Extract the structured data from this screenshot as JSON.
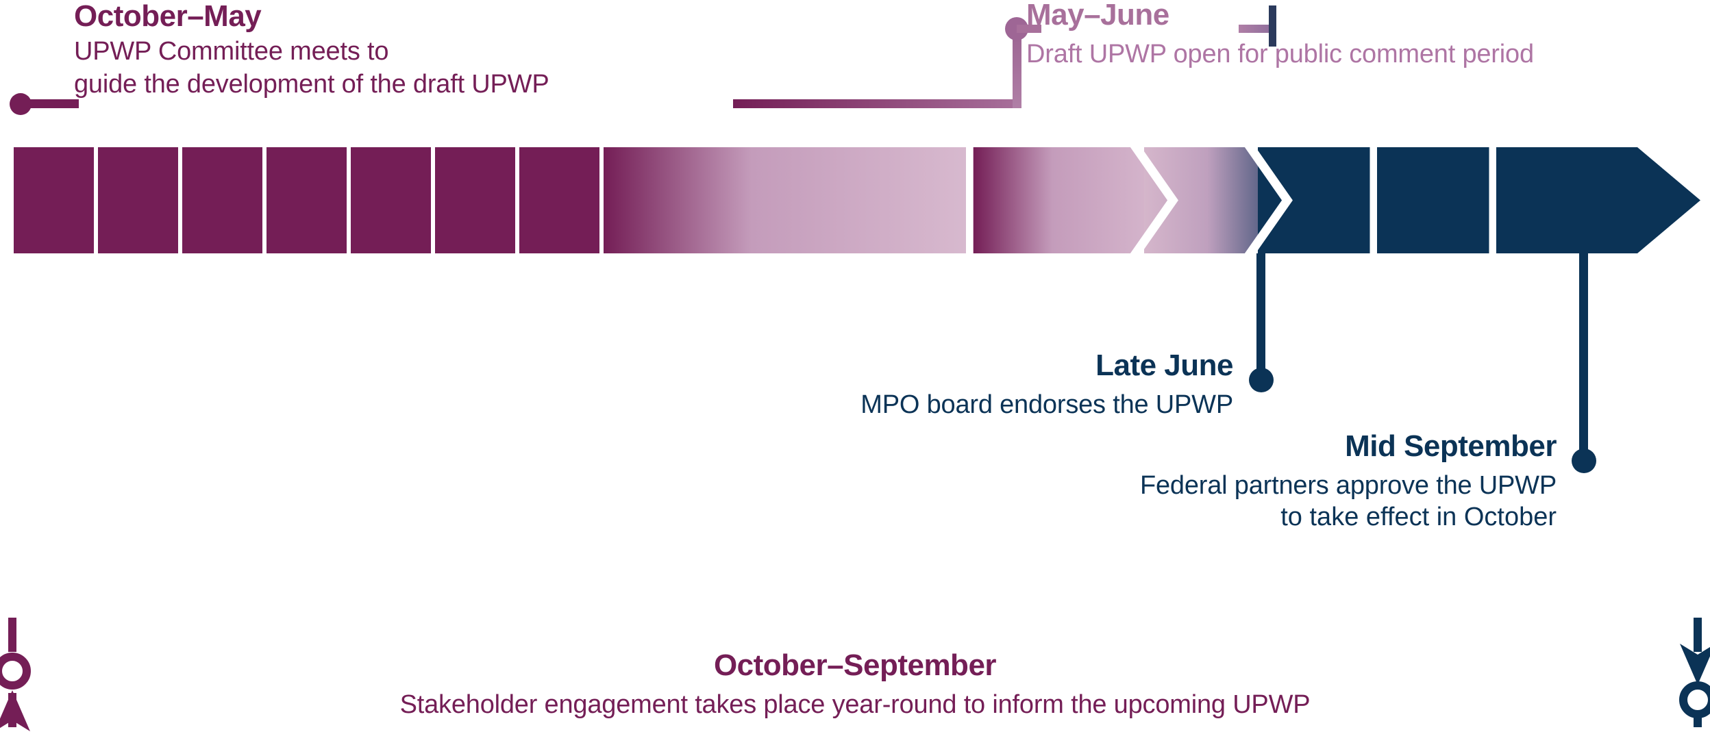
{
  "diagram": {
    "title_semantic": "UPWP annual development timeline",
    "colors": {
      "purple": "#741E56",
      "mauve": "#A8709B",
      "navy": "#0B3356",
      "light_pink": "#D6B4CB",
      "white": "#FFFFFF"
    }
  },
  "callouts": {
    "october_may": {
      "heading": "October–May",
      "body_line1": "UPWP Committee meets to",
      "body_line2": "guide the development of the draft UPWP"
    },
    "may_june": {
      "heading": "May–June",
      "body_line1": "Draft UPWP open for public comment period"
    },
    "late_june": {
      "heading": "Late June",
      "body_line1": "MPO board endorses the UPWP"
    },
    "mid_september": {
      "heading": "Mid September",
      "body_line1": "Federal partners approve the UPWP",
      "body_line2": "to take effect in October"
    },
    "october_september": {
      "heading": "October–September",
      "body_line1": "Stakeholder engagement takes place year-round to inform the upcoming UPWP"
    }
  },
  "timeline_bar": {
    "segment_count": 12,
    "segments": [
      {
        "index": 0,
        "fill": "purple",
        "shape": "rect"
      },
      {
        "index": 1,
        "fill": "purple",
        "shape": "rect"
      },
      {
        "index": 2,
        "fill": "purple",
        "shape": "rect"
      },
      {
        "index": 3,
        "fill": "purple",
        "shape": "rect"
      },
      {
        "index": 4,
        "fill": "purple",
        "shape": "rect"
      },
      {
        "index": 5,
        "fill": "purple",
        "shape": "rect"
      },
      {
        "index": 6,
        "fill": "purple",
        "shape": "rect"
      },
      {
        "index": 7,
        "fill": "gradient-purple-pink",
        "shape": "chevron"
      },
      {
        "index": 8,
        "fill": "gradient-pink-navy",
        "shape": "chevron"
      },
      {
        "index": 9,
        "fill": "navy",
        "shape": "rect"
      },
      {
        "index": 10,
        "fill": "navy",
        "shape": "rect"
      },
      {
        "index": 11,
        "fill": "navy",
        "shape": "arrowhead"
      }
    ]
  }
}
